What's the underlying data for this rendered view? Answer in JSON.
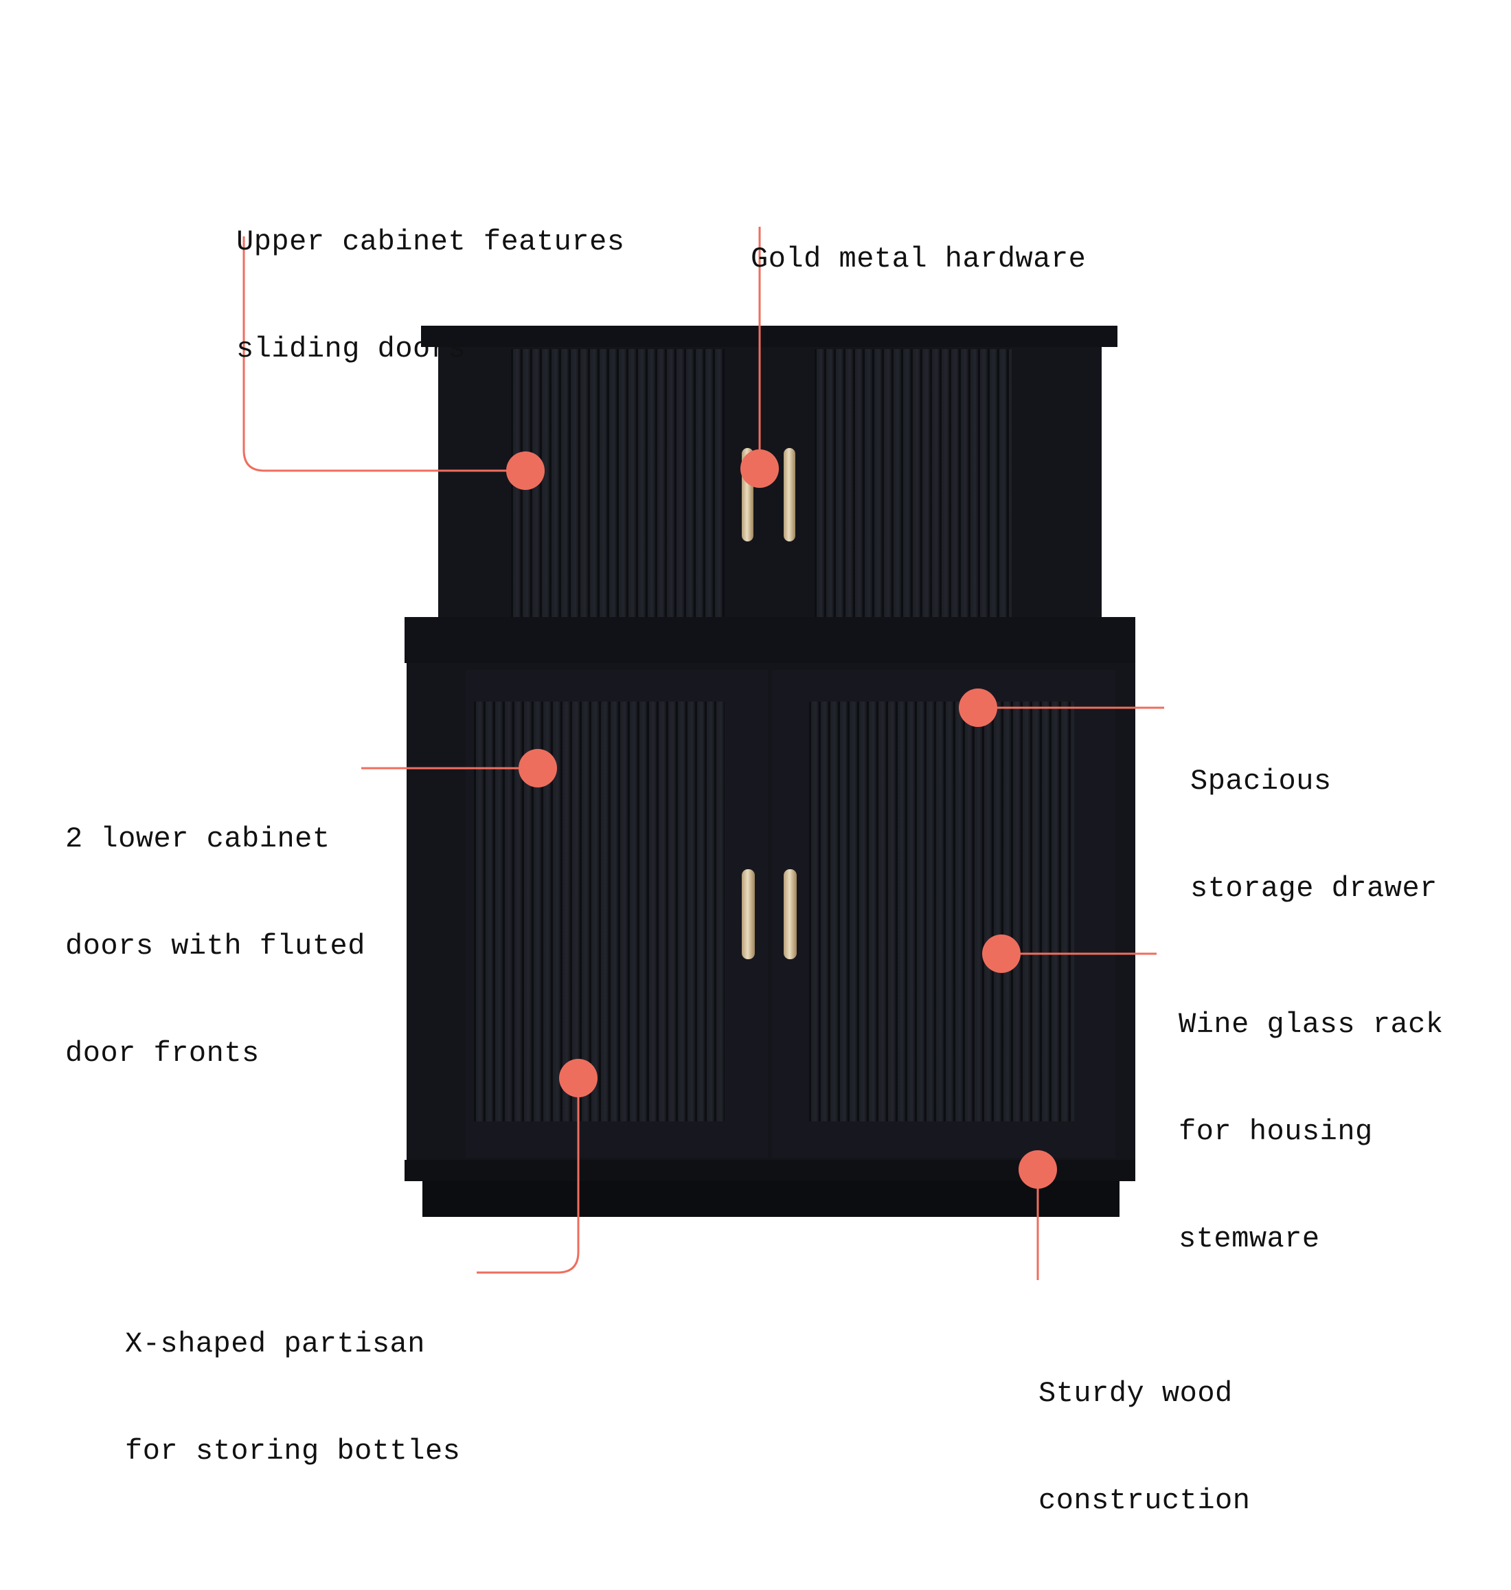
{
  "accent_color": "#EE6E5E",
  "callouts": [
    {
      "id": "upper-sliding-doors",
      "lines": [
        "Upper cabinet features",
        "sliding doors"
      ]
    },
    {
      "id": "gold-hardware",
      "lines": [
        "Gold metal hardware"
      ]
    },
    {
      "id": "storage-drawer",
      "lines": [
        "Spacious",
        "storage drawer"
      ]
    },
    {
      "id": "lower-doors",
      "lines": [
        "2 lower cabinet",
        "doors with fluted",
        "door fronts"
      ]
    },
    {
      "id": "wine-glass-rack",
      "lines": [
        "Wine glass rack",
        "for housing",
        "stemware"
      ]
    },
    {
      "id": "bottle-partisan",
      "lines": [
        "X-shaped partisan",
        "for storing bottles"
      ]
    },
    {
      "id": "wood-construction",
      "lines": [
        "Sturdy wood",
        "construction"
      ]
    }
  ]
}
